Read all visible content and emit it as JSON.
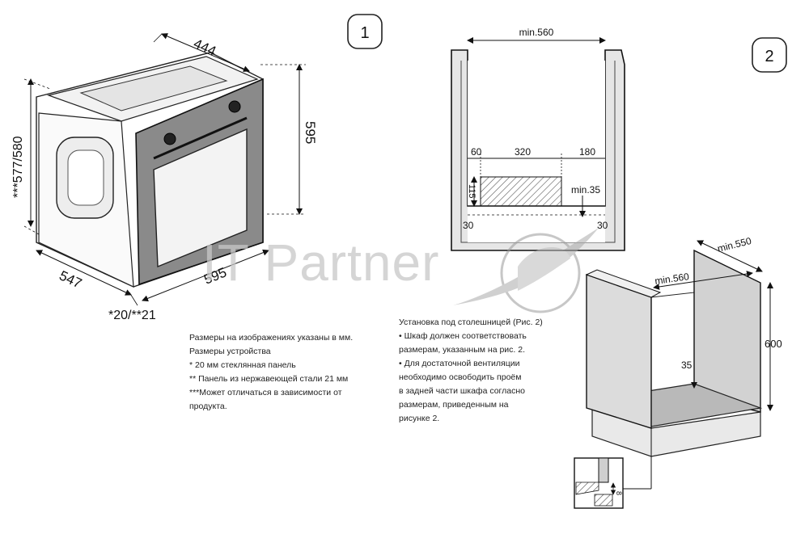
{
  "badges": {
    "fig1": "1",
    "fig2": "2"
  },
  "oven": {
    "width_top": "444",
    "height_right": "595",
    "height_left": "***577/580",
    "depth_bottom": "547",
    "width_bottom": "595",
    "panel_thickness": "*20/**21"
  },
  "cabinet_front": {
    "min_width": "min.560",
    "left_gap": "60",
    "vent_width": "320",
    "right_gap": "180",
    "vent_height": "115",
    "min_gap": "min.35",
    "bottom_left": "30",
    "bottom_right": "30"
  },
  "cabinet_iso": {
    "min_depth": "min.550",
    "min_width": "min.560",
    "height": "600",
    "gap": "35",
    "detail_value": "8"
  },
  "watermark": "IT Partner",
  "notes_left": [
    "Размеры на изображениях указаны в мм.",
    "Размеры устройства",
    "* 20 мм стеклянная панель",
    "** Панель из нержавеющей стали 21 мм",
    "***Может отличаться в зависимости от",
    "продукта."
  ],
  "notes_right": [
    "Установка под столешницей (Рис. 2)",
    "• Шкаф должен соответствовать",
    "размерам, указанным на рис. 2.",
    "• Для достаточной вентиляции",
    "необходимо освободить проём",
    "в задней части шкафа согласно",
    "размерам, приведенным на",
    "рисунке 2."
  ]
}
